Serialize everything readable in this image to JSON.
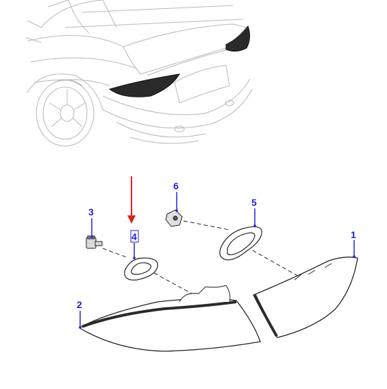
{
  "colors": {
    "callout": "#1f1fd6",
    "leader": "#1f1fd6",
    "highlight_arrow": "#e0201b",
    "line_art": "#222222",
    "ghost_art": "#b8b8b8",
    "lamp_lens": "#2a2a2a"
  },
  "highlighted_callout": "4",
  "callouts": [
    {
      "id": "1",
      "label": "1"
    },
    {
      "id": "2",
      "label": "2"
    },
    {
      "id": "3",
      "label": "3"
    },
    {
      "id": "4",
      "label": "4"
    },
    {
      "id": "5",
      "label": "5"
    },
    {
      "id": "6",
      "label": "6"
    }
  ]
}
